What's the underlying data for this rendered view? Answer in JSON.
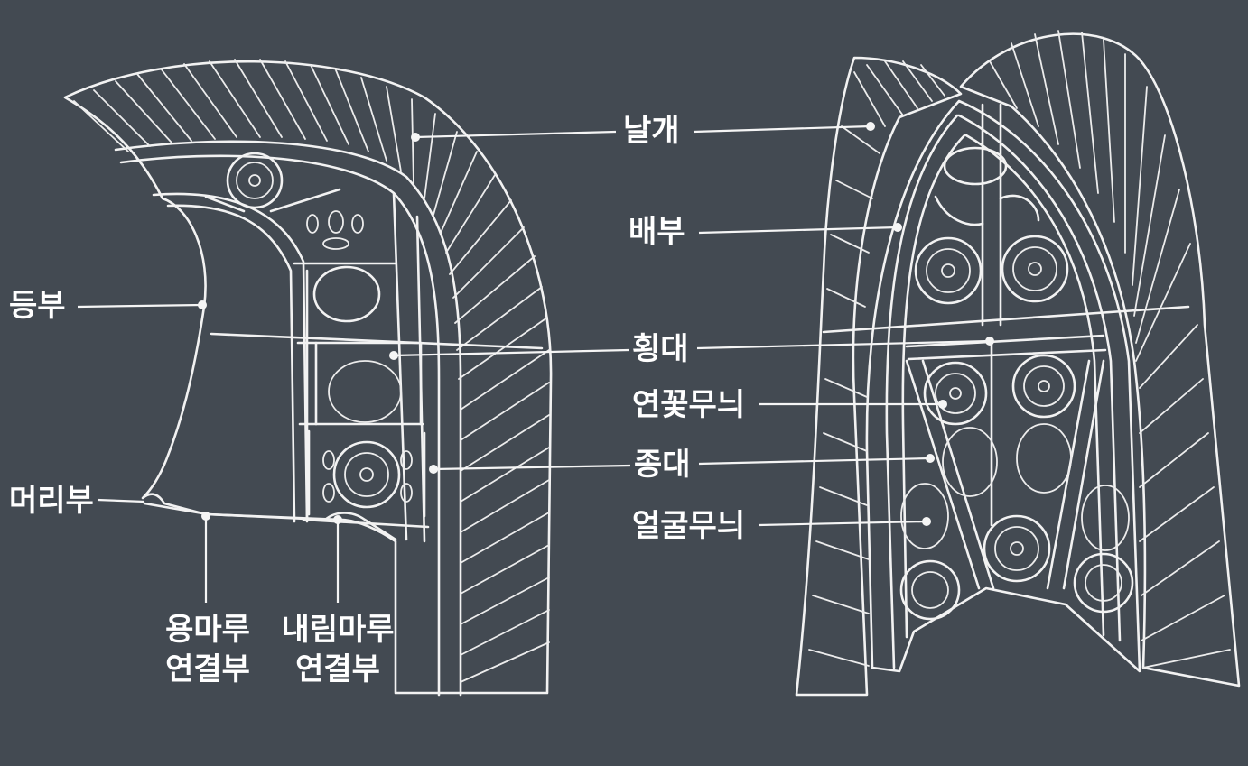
{
  "labels": {
    "wing": "날개",
    "belly": "배부",
    "back": "등부",
    "crossband": "횡대",
    "lotus": "연꽃무늬",
    "longband": "종대",
    "head": "머리부",
    "face": "얼굴무늬",
    "yongmaru_1": "용마루",
    "yongmaru_2": "연결부",
    "naerim_1": "내림마루",
    "naerim_2": "연결부"
  },
  "colors": {
    "background": "#434a52",
    "line": "#f2f2f2",
    "text": "#ffffff"
  }
}
